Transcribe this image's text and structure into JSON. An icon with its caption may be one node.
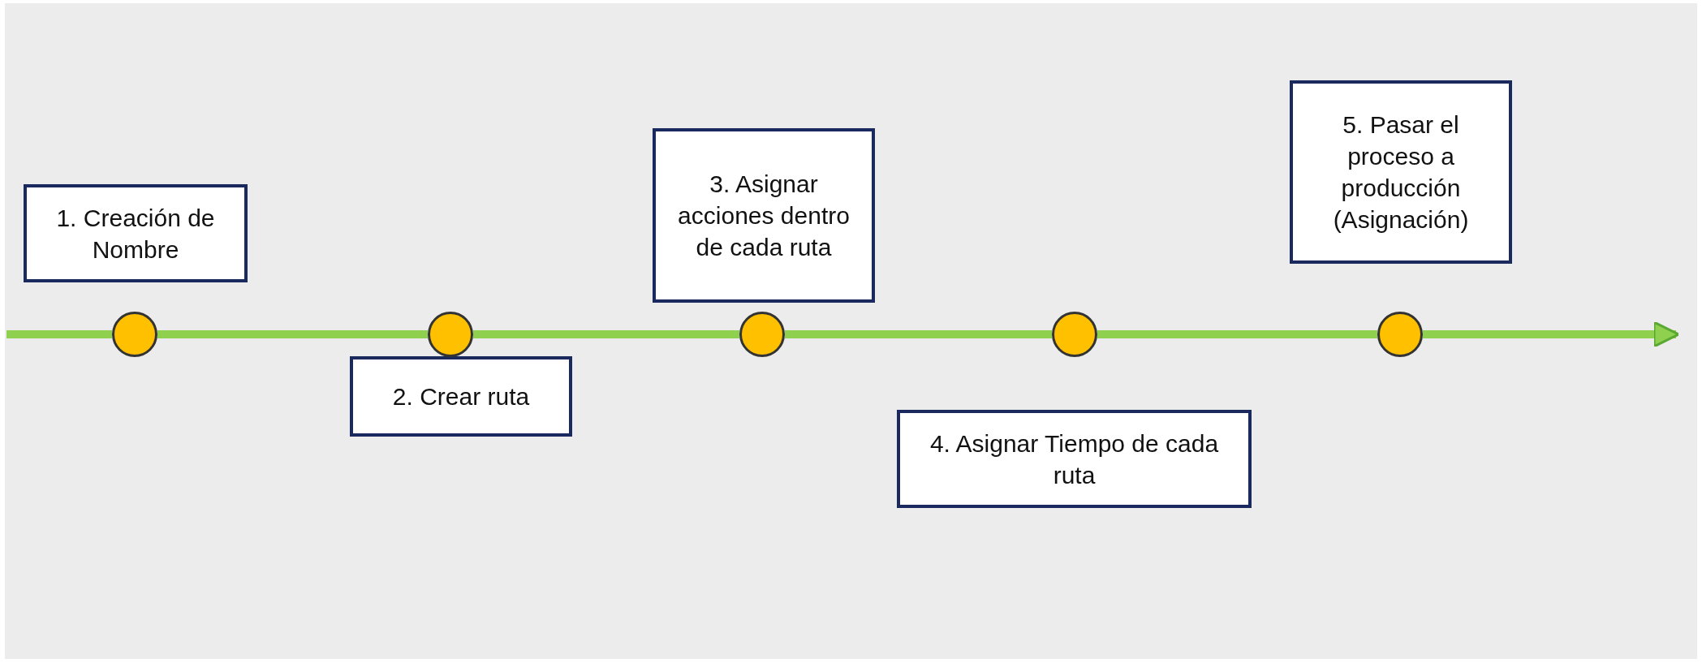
{
  "diagram": {
    "nodes": [
      {
        "text": [
          "1. Creación de Nombre"
        ]
      },
      {
        "text": [
          "2. Crear ruta"
        ]
      },
      {
        "text": [
          "3. Asignar acciones dentro de cada ruta"
        ]
      },
      {
        "text": [
          "4. Asignar Tiempo de cada ruta"
        ]
      },
      {
        "text": [
          "5. Pasar el proceso a producción (Asignación)"
        ]
      },
      {
        "text": [],
        "shape": "circle"
      },
      {
        "text": [],
        "shape": "circle"
      },
      {
        "text": [],
        "shape": "circle"
      },
      {
        "text": [],
        "shape": "circle"
      },
      {
        "text": [],
        "shape": "circle"
      }
    ],
    "edges": [
      {
        "from": null,
        "to": 5,
        "arrow": "none"
      },
      {
        "from": 5,
        "to": 6,
        "arrow": "none"
      },
      {
        "from": 6,
        "to": 7,
        "arrow": "none"
      },
      {
        "from": 7,
        "to": 8,
        "arrow": "none"
      },
      {
        "from": 8,
        "to": 9,
        "arrow": "none"
      },
      {
        "from": 9,
        "to": null,
        "arrow": "to"
      }
    ]
  }
}
